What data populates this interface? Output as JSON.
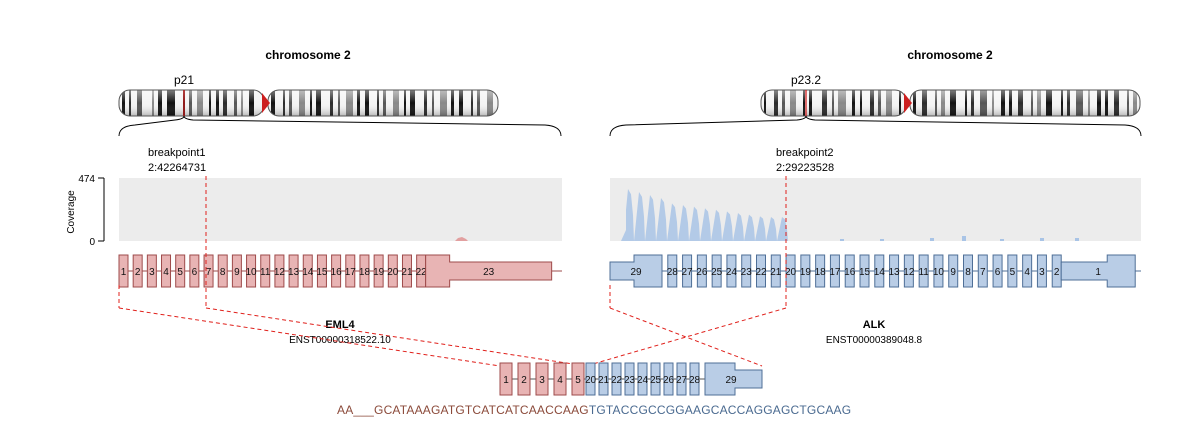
{
  "colors": {
    "eml4_fill": "#e8b4b4",
    "eml4_stroke": "#9e4b4b",
    "alk_fill": "#b9cde6",
    "alk_stroke": "#4f6f97",
    "coverage_bg": "#ececec",
    "coverage_fill": "#a9c4e6",
    "breakpoint_line": "#e0201b",
    "seq_eml4": "#8b4a3a",
    "seq_alk": "#4a6a90"
  },
  "chromosomes": {
    "left": {
      "title": "chromosome 2",
      "band": "p21"
    },
    "right": {
      "title": "chromosome 2",
      "band": "p23.2"
    }
  },
  "breakpoints": {
    "bp1": {
      "label": "breakpoint1",
      "position": "2:42264731"
    },
    "bp2": {
      "label": "breakpoint2",
      "position": "2:29223528"
    }
  },
  "coverage": {
    "axis_label": "Coverage",
    "max_label": "474",
    "min_label": "0"
  },
  "genes": {
    "eml4": {
      "name": "EML4",
      "transcript": "ENST00000318522.10",
      "exons": [
        "1",
        "2",
        "3",
        "4",
        "5",
        "6",
        "7",
        "8",
        "9",
        "10",
        "11",
        "12",
        "13",
        "14",
        "15",
        "16",
        "17",
        "18",
        "19",
        "20",
        "21",
        "22",
        "23"
      ]
    },
    "alk": {
      "name": "ALK",
      "transcript": "ENST00000389048.8",
      "exons": [
        "29",
        "28",
        "27",
        "26",
        "25",
        "24",
        "23",
        "22",
        "21",
        "20",
        "19",
        "18",
        "17",
        "16",
        "15",
        "14",
        "13",
        "12",
        "11",
        "10",
        "9",
        "8",
        "7",
        "6",
        "5",
        "4",
        "3",
        "2",
        "1"
      ]
    }
  },
  "fusion": {
    "eml4_exons": [
      "1",
      "2",
      "3",
      "4",
      "5"
    ],
    "alk_exons": [
      "20",
      "21",
      "22",
      "23",
      "24",
      "25",
      "26",
      "27",
      "28",
      "29"
    ]
  },
  "sequence": {
    "eml4_part": "AA___GCATAAAGATGTCATCATCAACCAAG",
    "alk_part": "TGTACCGCCGGAAGCACCAGGAGCTGCAAG"
  }
}
